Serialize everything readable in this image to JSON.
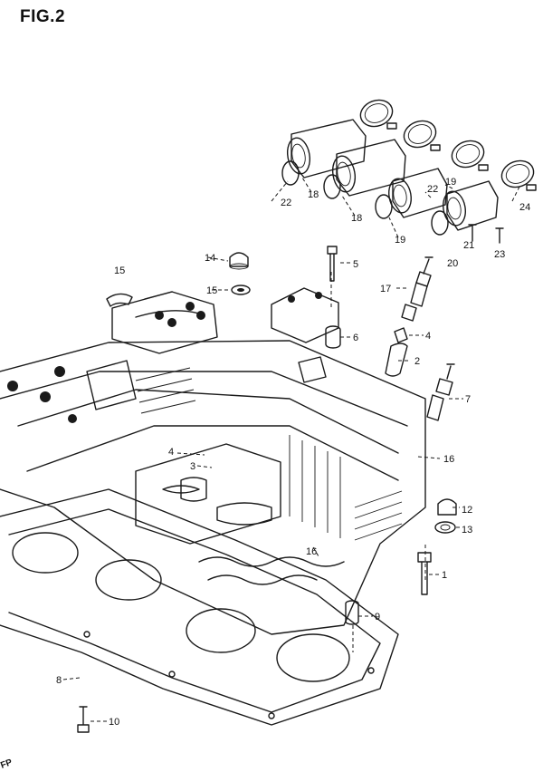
{
  "figure": {
    "title": "FIG.2"
  },
  "callouts": {
    "c1": "1",
    "c2": "2",
    "c3": "3",
    "c4a": "4",
    "c4b": "4",
    "c5": "5",
    "c6": "6",
    "c7": "7",
    "c8": "8",
    "c9": "9",
    "c10": "10",
    "c12": "12",
    "c13": "13",
    "c14": "14",
    "c15a": "15",
    "c15b": "15",
    "c16a": "16",
    "c16b": "16",
    "c17a": "17",
    "c18a": "18",
    "c18b": "18",
    "c19a": "19",
    "c19b": "19",
    "c20": "20",
    "c21": "21",
    "c22a": "22",
    "c22b": "22",
    "c23": "23",
    "c24": "24"
  },
  "corner_mark": "FP"
}
